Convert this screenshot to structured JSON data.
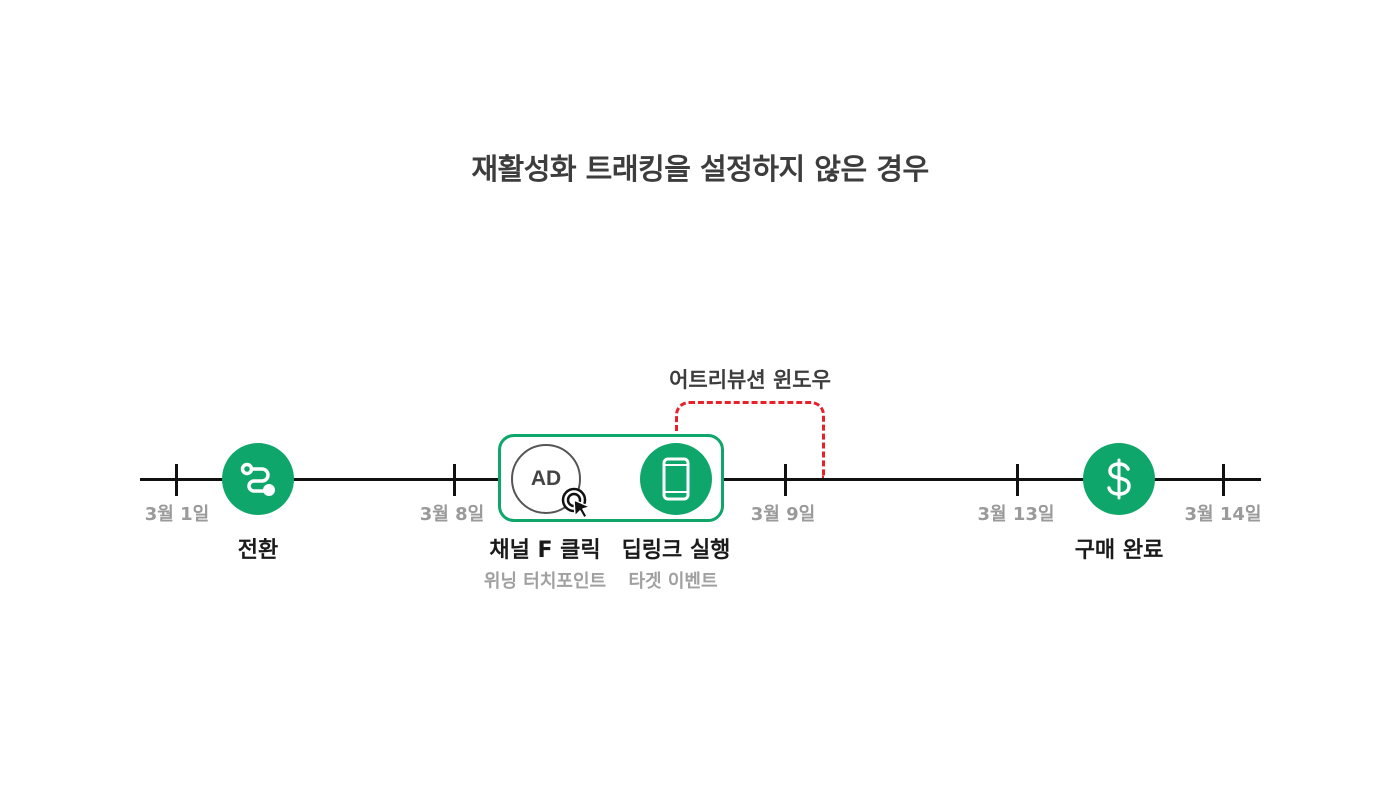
{
  "title": "재활성화 트래킹을 설정하지 않은 경우",
  "attribution_window": {
    "label": "어트리뷰션 윈도우",
    "color": "#e8202a"
  },
  "colors": {
    "accent": "#0ea66b",
    "axis": "#111111",
    "date_text": "#9a9a9a",
    "sublabel_text": "#a0a0a0"
  },
  "dates": [
    "3월 1일",
    "3월 8일",
    "3월 9일",
    "3월 13일",
    "3월 14일"
  ],
  "events": [
    {
      "label": "전환",
      "sublabel": "",
      "icon": "route-icon"
    },
    {
      "label": "채널 F 클릭",
      "sublabel": "위닝 터치포인트",
      "icon": "ad-icon",
      "badge": "AD"
    },
    {
      "label": "딥링크 실행",
      "sublabel": "타겟 이벤트",
      "icon": "mobile-phone-icon"
    },
    {
      "label": "구매 완료",
      "sublabel": "",
      "icon": "dollar-icon"
    }
  ]
}
